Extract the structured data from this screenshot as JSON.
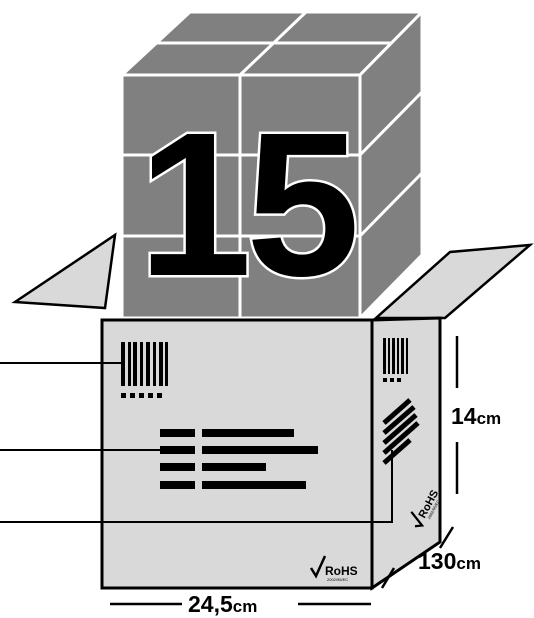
{
  "stack": {
    "count_label": "15"
  },
  "dimensions": {
    "height": {
      "value": "14",
      "unit": "cm"
    },
    "depth": {
      "value": "130",
      "unit": "cm"
    },
    "width": {
      "value": "24,5",
      "unit": "cm"
    }
  },
  "certification": {
    "mark": "RoHS",
    "standard": "2002/95/EC"
  },
  "colors": {
    "stack_fill": "#808080",
    "box_fill": "#d9d9d9",
    "outline": "#000000",
    "divider": "#ffffff"
  }
}
